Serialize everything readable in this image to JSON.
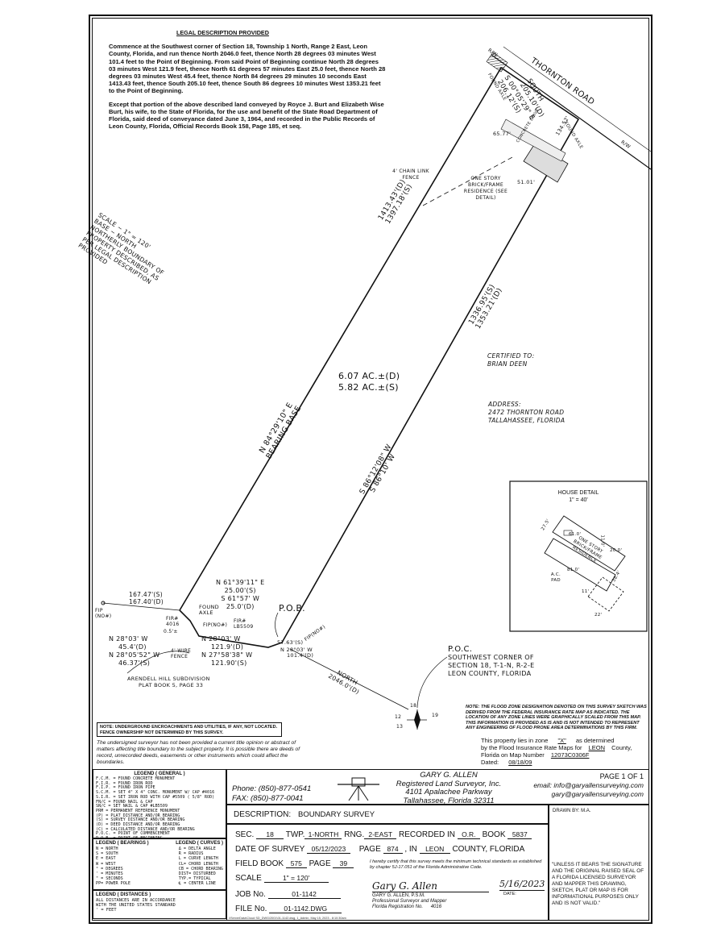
{
  "legal": {
    "heading": "LEGAL DESCRIPTION PROVIDED",
    "p1": "Commence at the Southwest corner of Section 18, Township 1 North, Range 2 East, Leon County, Florida, and run thence North 2046.0 feet, thence North 28 degrees 03 minutes West 101.4 feet to the Point of Beginning. From said Point of Beginning continue North 28 degrees 03 minutes West 121.9 feet, thence North 61 degrees 57 minutes East 25.0 feet, thence North 28 degrees 03 minutes West 45.4 feet, thence North 84 degrees 29 minutes 10 seconds East 1413.43 feet, thence South 205.10 feet, thence South 86 degrees 10 minutes West 1353.21 feet to the Point of Beginning.",
    "p2": "Except that portion of the above described land conveyed by Royce J. Burt and Elizabeth Wise Burt, his wife, to the State of Florida, for the use and benefit of the State Road Department of Florida, said deed of conveyance dated June 3, 1964, and recorded in the Public Records of Leon County, Florida, Official Records Book 158, Page 185, et seq."
  },
  "plat": {
    "road": "THORNTON ROAD",
    "rw1": "R/W",
    "rw2": "R/W",
    "south_d": "SOUTH",
    "south_dist": "205.10'(D)",
    "east_bearing": "S 00°05'29\" E",
    "east_dist": "206.12'(S)",
    "found_axle1": "FOUND AXLE",
    "found_axle2": "FOUND AXLE",
    "concrete": "CONCRETE DRIVE",
    "d1": "65.77'",
    "d2": "134.52'",
    "d3": "51.01'",
    "fence": "4' CHAIN LINK FENCE",
    "residence": "ONE STORY BRICK/FRAME RESIDENCE (SEE DETAIL)",
    "north_line1": "1413.43'(D)",
    "north_line2": "1397.18'(S)",
    "bearing_n1": "N 84°29'10\" E",
    "bearing_n2": "BEARING BASE",
    "south_line1": "1336.95'(S)",
    "south_line2": "1353.21'(D)",
    "bearing_s1": "S 86°12'08\" W",
    "bearing_s2": "S 86°10' W",
    "area1": "6.07 AC.±(D)",
    "area2": "5.82 AC.±(S)",
    "scale_text": "SCALE ~ 1\" = 120'",
    "base_north": "BASE ~ NORTH",
    "base_note": "NORTHERLY BOUNDARY OF PROPERTY DESCRIBED, AS PER LEGAL DESCRIPTION PROVIDED",
    "certified_label": "CERTIFIED TO:",
    "certified_name": "BRIAN DEEN",
    "address_label": "ADDRESS:",
    "address1": "2472 THORNTON ROAD",
    "address2": "TALLAHASSEE, FLORIDA",
    "fip": "FIP (NO#)",
    "w1": "167.47'(S)",
    "w2": "167.40'(D)",
    "fir4016": "FIR# 4016",
    "off05": "0.5'±",
    "found_axle3": "FOUND AXLE",
    "fip2": "FIP(NO#)",
    "firlb": "FIR# LB5509",
    "ne1": "N 61°39'11\" E",
    "ne2": "25.00'(S)",
    "sw1": "S 61°57' W",
    "sw2": "25.0'(D)",
    "pob": "P.O.B.",
    "nw1": "N 28°03' W",
    "nw1d": "45.4'(D)",
    "nw2": "N 28°05'52\" W",
    "nw2d": "46.37'(S)",
    "wire": "4' WIRE FENCE",
    "nw3": "N 28°03' W",
    "nw3d": "121.9'(D)",
    "nw4": "N 27°58'38\" W",
    "nw4d": "121.90'(S)",
    "d57": "57.63'(S)",
    "nw5": "N 28°03' W",
    "nw5d": "101.4'(D)",
    "fip3": "FIP(NO#)",
    "north_lbl": "NORTH",
    "north_dist": "2046.0'(D)",
    "poc": "P.O.C.",
    "poc1": "SOUTHWEST CORNER OF",
    "poc2": "SECTION 18, T-1-N, R-2-E",
    "poc3": "LEON COUNTY, FLORIDA",
    "subdiv1": "ARENDELL HILL SUBDIVISION",
    "subdiv2": "PLAT BOOK 5, PAGE 33",
    "sec12": "12",
    "sec18": "18",
    "sec13": "13",
    "sec19": "19"
  },
  "house": {
    "title": "HOUSE DETAIL",
    "scale": "1\" = 40'",
    "d61": "61.0'",
    "d11": "11.0'",
    "d20": "20.0'",
    "d275": "27.5'",
    "d81": "81.0'",
    "d384": "38.4'",
    "d22": "22'",
    "d11b": "11'",
    "label": "ONE STORY BRICK/FRAME RESIDENCE",
    "pad": "A.C. PAD"
  },
  "notes": {
    "encroach": "NOTE: UNDERGROUND ENCROACHMENTS AND UTILITIES, IF ANY, NOT LOCATED. FENCE OWNERSHIP NOT DETERMINED BY THIS SURVEY.",
    "disclaimer": "The undersigned surveyor has not been provided a current title opinion or abstract of matters affecting title boundary to the subject property. It is possible there are deeds of record, unrecorded deeds, easements or other instruments which could affect the boundaries.",
    "flood": "NOTE: THE FLOOD ZONE DESIGNATION DENOTED ON THIS SURVEY SKETCH WAS DERIVED FROM THE FEDERAL INSURANCE RATE MAP AS INDICATED. THE LOCATION OF ANY ZONE LINES WERE GRAPHICALLY SCALED FROM THIS MAP. THIS INFORMATION IS PROVIDED AS IS AND IS NOT INTENDED TO REPRESENT ANY ENGINEERING OF FLOOD PRONE AREA DETERMINATIONS BY THIS FIRM.",
    "zone_pre": "This property lies in zone",
    "zone_val": "\"X\"",
    "zone_post": "as determined",
    "zone_l2a": "by the Flood Insurance Rate Maps for",
    "zone_l2b": "LEON",
    "zone_l2c": "County,",
    "zone_l3a": "Florida on Map Number",
    "zone_l3b": "12073C0306F",
    "zone_l4a": "Dated:",
    "zone_l4b": "08/18/09"
  },
  "legend": {
    "general_title": "LEGEND  ( GENERAL )",
    "general": [
      "F.C.M. = FOUND CONCRETE MONUMENT",
      "F.I.R. = FOUND IRON ROD",
      "F.I.P. = FOUND IRON PIPE",
      "S.C.M. = SET 4\" X 4\" CONC. MONUMENT W/ CAP #4016",
      "S.I.R. = SET IRON ROD WITH CAP #5509 ( 5/8\" ROD)",
      "FN/C = FOUND NAIL & CAP",
      "SN/C = SET NAIL & CAP #LB5509",
      "PRM = PERMANENT REFERENCE MONUMENT",
      "(P) = PLAT DISTANCE AND/OR BEARING",
      "(S) = SURVEY DISTANCE AND/OR BEARING",
      "(D) = DEED DISTANCE AND/OR BEARING",
      "(C) = CALCULATED DISTANCE AND/OR BEARING",
      "P.O.C. = POINT OF COMMENCEMENT",
      "P.O.B. = POINT OF BEGINNING"
    ],
    "bearings_title": "LEGEND  ( BEARINGS )",
    "bearings": [
      "N = NORTH",
      "S = SOUTH",
      "E = EAST",
      "W = WEST",
      "° = DEGREES",
      "' = MINUTES",
      "\" = SECONDS",
      "PP= POWER POLE"
    ],
    "curves_title": "LEGEND  ( CURVES )",
    "curves": [
      "Δ = DELTA ANGLE",
      "R = RADIUS",
      "L = CURVE LENGTH",
      "CL= CHORD LENGTH",
      "CB = CHORD BEARING",
      "DIST= DISTURBED",
      "TYP.= TYPICAL",
      "℄ = CENTER LINE"
    ],
    "dist_title": "LEGEND  ( DISTANCES )",
    "dist": [
      "ALL DISTANCES ARE IN ACCORDANCE",
      "WITH THE UNITED STATES STANDARD",
      "' = FEET"
    ]
  },
  "company": {
    "phone": "Phone: (850)-877-0541",
    "fax": "FAX: (850)-877-0041",
    "name": "GARY G. ALLEN",
    "sub": "Registered Land Surveyor, Inc.",
    "addr1": "4101 Apalachee Parkway",
    "addr2": "Tallahassee, Florida 32311",
    "page": "PAGE 1 OF 1",
    "email1": "email: info@garyallensurveying.com",
    "email2": "gary@garyallensurveying.com"
  },
  "block": {
    "desc_label": "DESCRIPTION:",
    "desc_val": "BOUNDARY SURVEY",
    "drawn": "DRAWN BY: M.A.",
    "sec_l": "SEC.",
    "sec_v": "18",
    "twp_l": "TWP.",
    "twp_v": "1-NORTH",
    "rng_l": "RNG.",
    "rng_v": "2-EAST",
    "rec_l": "RECORDED IN",
    "rec_v": "O.R.",
    "book_l": "BOOK",
    "book_v": "5837",
    "dos_l": "DATE OF SURVEY",
    "dos_v": "05/12/2023",
    "page_l": "PAGE",
    "page_v": "874",
    "in_l": ", IN",
    "in_v": "LEON",
    "county_l": "COUNTY, FLORIDA",
    "fb_l": "FIELD BOOK",
    "fb_v": "575",
    "fbp_l": "PAGE",
    "fbp_v": "39",
    "scale_l": "SCALE",
    "scale_v": "1\" = 120'",
    "job_l": "JOB No.",
    "job_v": "01-1142",
    "file_l": "FILE No.",
    "file_v": "01-1142.DWG",
    "cert": "I hereby certify that this survey meets the minimum technical standards as established by chapter 5J-17.051 of the Florida Administrative Code.",
    "signature": "Gary G. Allen",
    "sig_date": "5/16/2023",
    "date_l": "DATE:",
    "sig_name": "GARY G. ALLEN, P.S.M.",
    "sig_t1": "Professional Surveyor and Mapper",
    "sig_t2": "Florida Registration No.",
    "sig_reg": "4016",
    "seal_note": "\"UNLESS IT BEARS THE SIGNATURE AND THE ORIGINAL RAISED SEAL OF A FLORIDA LICENSED SURVEYOR AND MAPPER THIS DRAWING, SKETCH, PLAT OR MAP IS FOR INFORMATIONAL PURPOSES ONLY AND IS NOT VALID.\"",
    "path": "\\\\ServerData\\Cloud SD_DWG\\2001\\01-1142.dwg, 1_Admin, May 15, 2023 - 8:10:30am"
  }
}
